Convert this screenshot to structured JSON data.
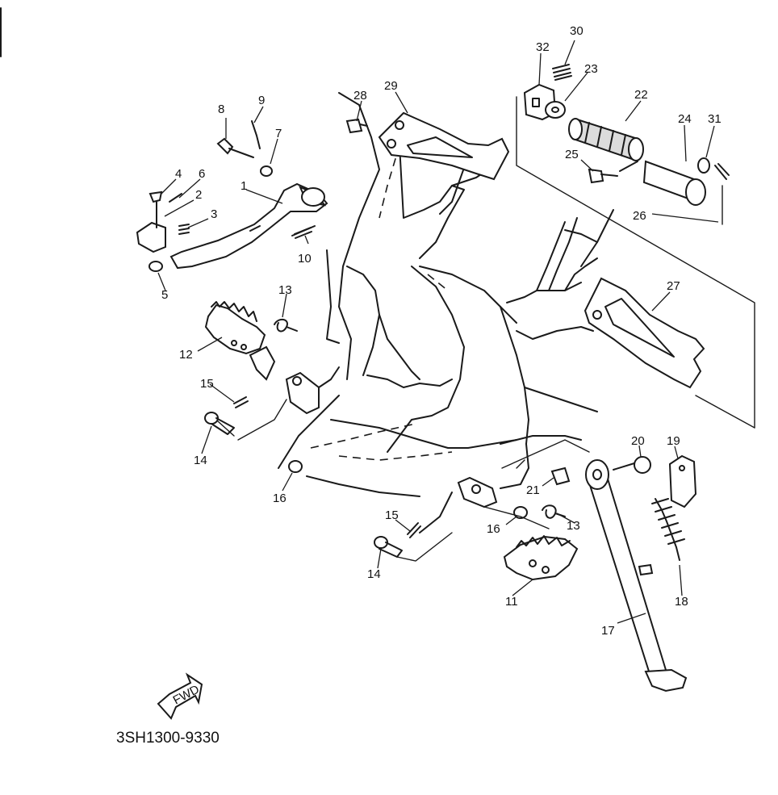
{
  "diagram": {
    "catalog_number": "3SH1300-9330",
    "fwd_label": "FWD",
    "callouts": [
      "30",
      "32",
      "23",
      "22",
      "24",
      "31",
      "25",
      "26",
      "28",
      "29",
      "27",
      "8",
      "9",
      "7",
      "4",
      "6",
      "2",
      "3",
      "1",
      "10",
      "5",
      "13",
      "12",
      "15",
      "14",
      "16",
      "20",
      "19",
      "21",
      "15",
      "16",
      "13",
      "14",
      "11",
      "18",
      "17"
    ]
  }
}
